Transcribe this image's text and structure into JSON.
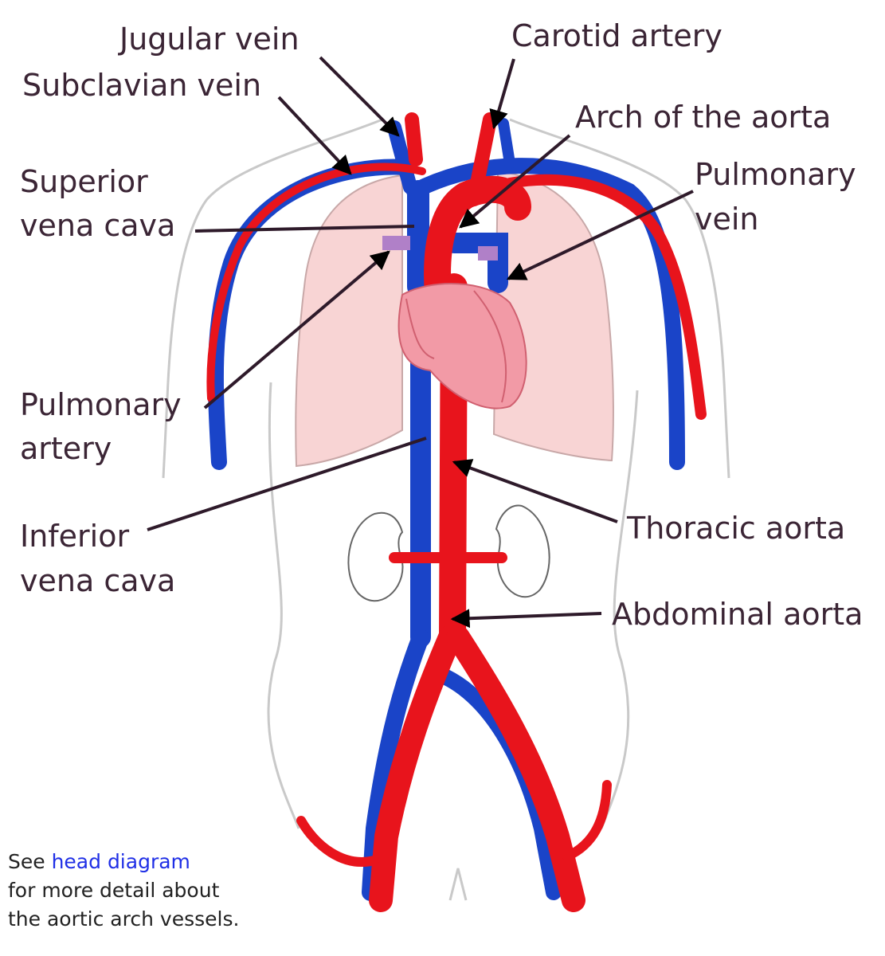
{
  "colors": {
    "artery": "#e8141c",
    "vein": "#1a44c8",
    "lung": "#f8d4d4",
    "heart": "#f29aa6",
    "leader": "#2e1a2a",
    "link": "#1f2fe6",
    "body_outline": "#c9c9c9"
  },
  "labels": {
    "jugular_vein": "Jugular vein",
    "subclavian_vein": "Subclavian vein",
    "superior_vena_cava": [
      "Superior",
      "vena cava"
    ],
    "pulmonary_artery": [
      "Pulmonary",
      "artery"
    ],
    "inferior_vena_cava": [
      "Inferior",
      "vena cava"
    ],
    "carotid_artery": "Carotid artery",
    "arch_of_aorta": "Arch of the aorta",
    "pulmonary_vein": [
      "Pulmonary",
      "vein"
    ],
    "thoracic_aorta": "Thoracic aorta",
    "abdominal_aorta": "Abdominal aorta"
  },
  "note": {
    "prefix": "See ",
    "link_text": "head diagram",
    "line2": "for more detail about",
    "line3": "the aortic arch vessels."
  },
  "icons": {
    "arrowhead": "arrowhead-icon"
  }
}
